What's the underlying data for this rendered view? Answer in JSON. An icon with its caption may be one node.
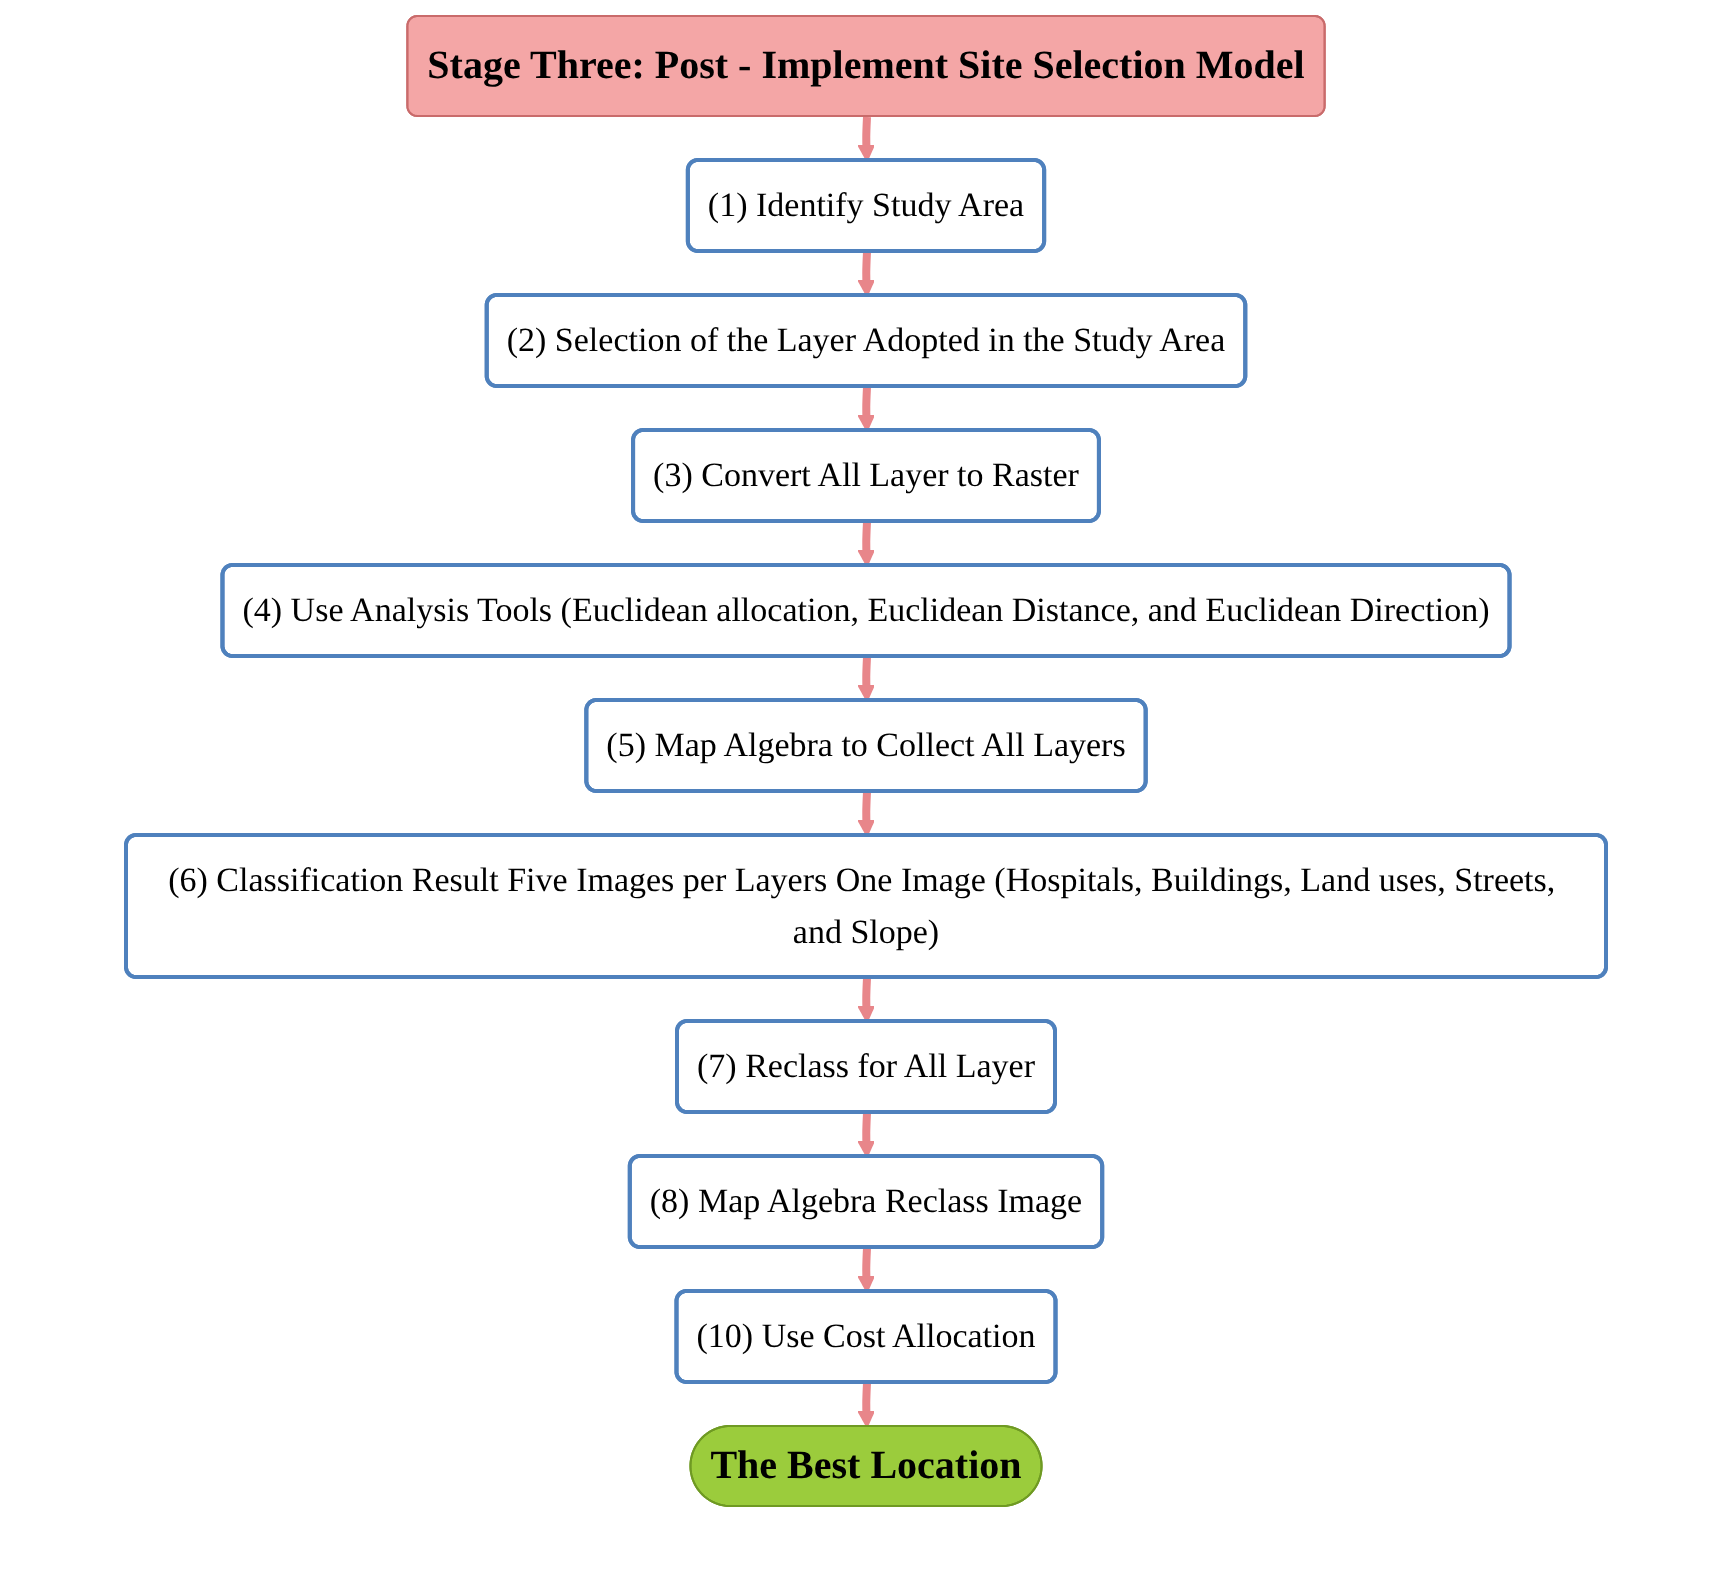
{
  "diagram": {
    "nodes": [
      {
        "text": [
          "Stage Three: Post - Implement Site Selection Model"
        ]
      },
      {
        "text": [
          "(1) Identify Study Area"
        ]
      },
      {
        "text": [
          "(2) Selection of the Layer Adopted in the Study Area"
        ]
      },
      {
        "text": [
          "(3) Convert All Layer to Raster"
        ]
      },
      {
        "text": [
          "(4) Use Analysis Tools (Euclidean allocation, Euclidean Distance, and Euclidean Direction)"
        ]
      },
      {
        "text": [
          "(5) Map Algebra to Collect All Layers"
        ]
      },
      {
        "text": [
          "(6) Classification Result Five Images per Layers One Image (Hospitals, Buildings, Land uses, Streets, and Slope)"
        ]
      },
      {
        "text": [
          "(7) Reclass for All Layer"
        ]
      },
      {
        "text": [
          "(8) Map Algebra Reclass Image"
        ]
      },
      {
        "text": [
          "(10) Use Cost Allocation"
        ]
      },
      {
        "text": [
          "The Best Location"
        ]
      }
    ],
    "edges": [
      {
        "from": 0,
        "to": 1,
        "arrow": "to"
      },
      {
        "from": 1,
        "to": 2,
        "arrow": "to"
      },
      {
        "from": 2,
        "to": 3,
        "arrow": "to"
      },
      {
        "from": 3,
        "to": 4,
        "arrow": "to"
      },
      {
        "from": 4,
        "to": 5,
        "arrow": "to"
      },
      {
        "from": 5,
        "to": 6,
        "arrow": "to"
      },
      {
        "from": 6,
        "to": 7,
        "arrow": "to"
      },
      {
        "from": 7,
        "to": 8,
        "arrow": "to"
      },
      {
        "from": 8,
        "to": 9,
        "arrow": "to"
      },
      {
        "from": 9,
        "to": 10,
        "arrow": "to"
      }
    ]
  }
}
